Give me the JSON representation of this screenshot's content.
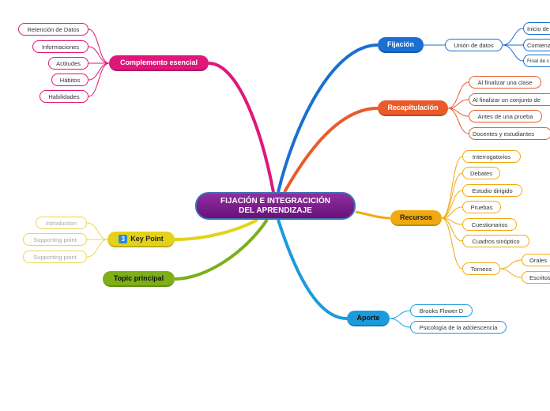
{
  "center": {
    "line1": "FIJACIÓN E INTEGRACICIÓN",
    "line2": "DEL APRENDIZAJE"
  },
  "complemento": {
    "label": "Complemento esencial",
    "color": "#e0177a",
    "items": [
      "Retención de Datos",
      "Informaciones",
      "Actitudes",
      "Hábitos",
      "Habilidades"
    ]
  },
  "key_point": {
    "badge": "3",
    "label": "Key Point",
    "color": "#e4d21a",
    "items": [
      "Introduction",
      "Supporting point",
      "Supporting point"
    ]
  },
  "topic_principal": {
    "label": "Topic principal",
    "color": "#7caf18"
  },
  "fijacion": {
    "label": "Fijación",
    "color": "#1a6fd0",
    "sub": "Unión de datos",
    "items": [
      "Inicio de",
      "Comienzo",
      "Final de c"
    ]
  },
  "recapitulacion": {
    "label": "Recapitulación",
    "color": "#ea5a2a",
    "items": [
      "Al finalizar una clase",
      "Al finalizar un conjunto de",
      "Antes de una prueba",
      "Docentes y estudiantes"
    ]
  },
  "recursos": {
    "label": "Recursos",
    "color": "#f0aa10",
    "items": [
      "Interrogatorios",
      "Debates",
      "Estudio dirigido",
      "Pruebas",
      "Cuestionarios",
      "Cuadros sinóptico",
      "Torneos"
    ],
    "torneos_items": [
      "Orales",
      "Escritos"
    ]
  },
  "aporte": {
    "label": "Aporte",
    "color": "#1b9bdc",
    "items": [
      "Brooks Flower D",
      "Psicología de la adolescencia"
    ]
  }
}
